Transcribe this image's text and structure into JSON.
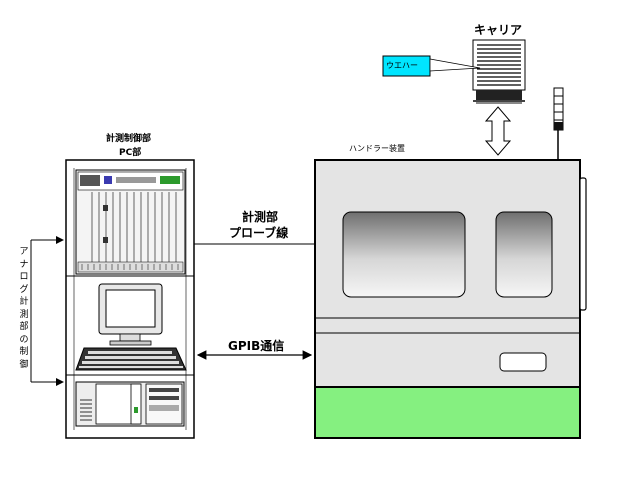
{
  "carrier": {
    "title": "キャリア",
    "wafer_label": "ウエハー"
  },
  "handler": {
    "title": "ハンドラー装置"
  },
  "rack": {
    "title_line1": "計測制御部",
    "title_line2": "PC部"
  },
  "connections": {
    "probe_line1": "計測部",
    "probe_line2": "プローブ線",
    "gpib": "GPIB通信",
    "analog_chars": [
      "ア",
      "ナ",
      "ロ",
      "グ",
      "計",
      "測",
      "部",
      "の",
      "制",
      "御"
    ]
  },
  "colors": {
    "wafer_box": "#00e5ff",
    "handler_base": "#85f080",
    "window_gradient_dark": "#777777",
    "window_gradient_light": "#f4f4f4",
    "panel_gray": "#e2e2e2"
  }
}
